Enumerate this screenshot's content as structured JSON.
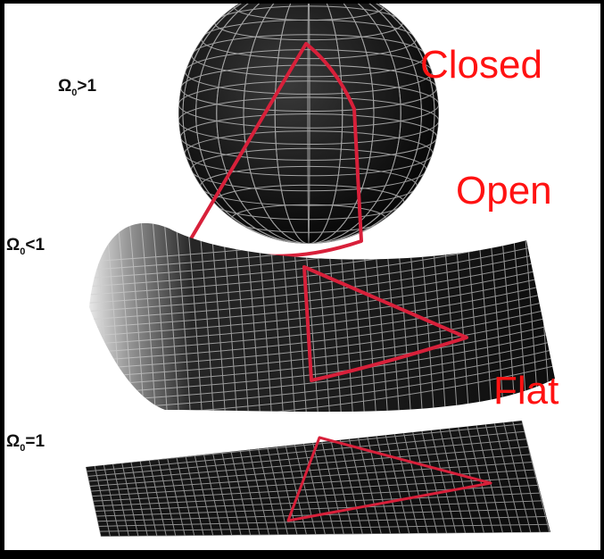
{
  "labels": {
    "closed": {
      "omega_symbol": "Ω",
      "subscript": "0",
      "relation": ">1",
      "name": "Closed"
    },
    "open": {
      "omega_symbol": "Ω",
      "subscript": "0",
      "relation": "<1",
      "name": "Open"
    },
    "flat": {
      "omega_symbol": "Ω",
      "subscript": "0",
      "relation": "=1",
      "name": "Flat"
    }
  },
  "colors": {
    "surface": "#141414",
    "grid": "#cfcfcf",
    "triangle": "#d8203a",
    "label_text": "#ff1212"
  }
}
